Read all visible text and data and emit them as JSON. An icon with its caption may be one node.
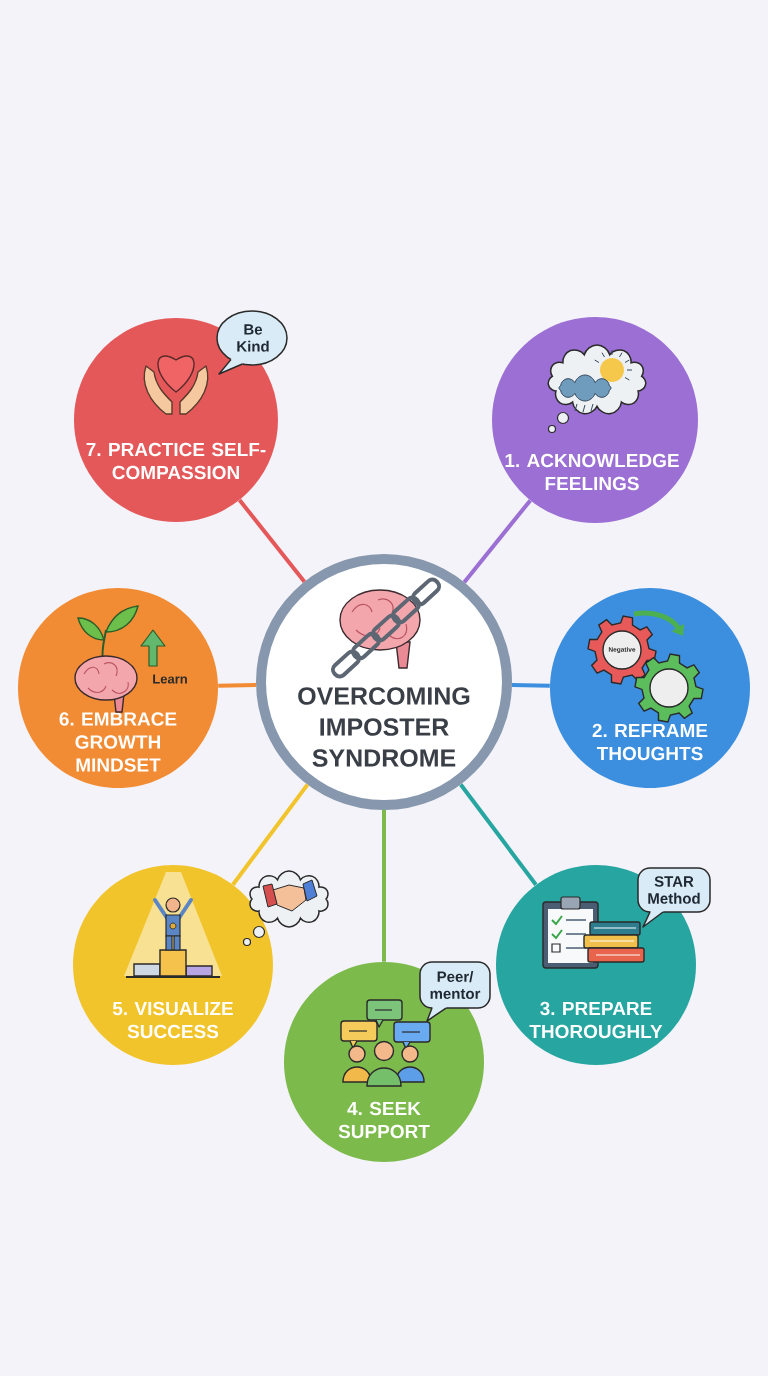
{
  "diagram": {
    "nodes": [
      {
        "text": [
          "OVERCOMING IMPOSTER SYNDROME"
        ]
      },
      {
        "text": [
          "1. ACKNOWLEDGE FEELINGS"
        ]
      },
      {
        "text": [
          "2. REFRAME THOUGHTS"
        ]
      },
      {
        "text": [
          "3. PREPARE THOROUGHLY"
        ]
      },
      {
        "text": [
          "STAR Method"
        ]
      },
      {
        "text": [
          "4. SEEK SUPPORT"
        ]
      },
      {
        "text": [
          "Peer/ mentor"
        ]
      },
      {
        "text": [
          "5. VISUALIZE SUCCESS"
        ]
      },
      {
        "text": [
          "Learn",
          "6. EMBRACE GROWTH MINDSET"
        ]
      },
      {
        "text": [
          "7. PRACTICE SELF-COMPASSION"
        ]
      },
      {
        "text": [
          "Be Kind"
        ]
      }
    ],
    "edges": [
      {
        "from": 0,
        "to": 1,
        "arrow": "none",
        "color": "#9b6fd3"
      },
      {
        "from": 0,
        "to": 2,
        "arrow": "none",
        "color": "#3c8fde"
      },
      {
        "from": 0,
        "to": 3,
        "arrow": "none",
        "color": "#27a5a0"
      },
      {
        "from": 0,
        "to": 5,
        "arrow": "none",
        "color": "#7dba4c"
      },
      {
        "from": 0,
        "to": 7,
        "arrow": "none",
        "color": "#f2c42c"
      },
      {
        "from": 0,
        "to": 8,
        "arrow": "none",
        "color": "#f28c34"
      },
      {
        "from": 0,
        "to": 9,
        "arrow": "none",
        "color": "#e4585a"
      }
    ],
    "labels": [
      "Negative"
    ]
  }
}
